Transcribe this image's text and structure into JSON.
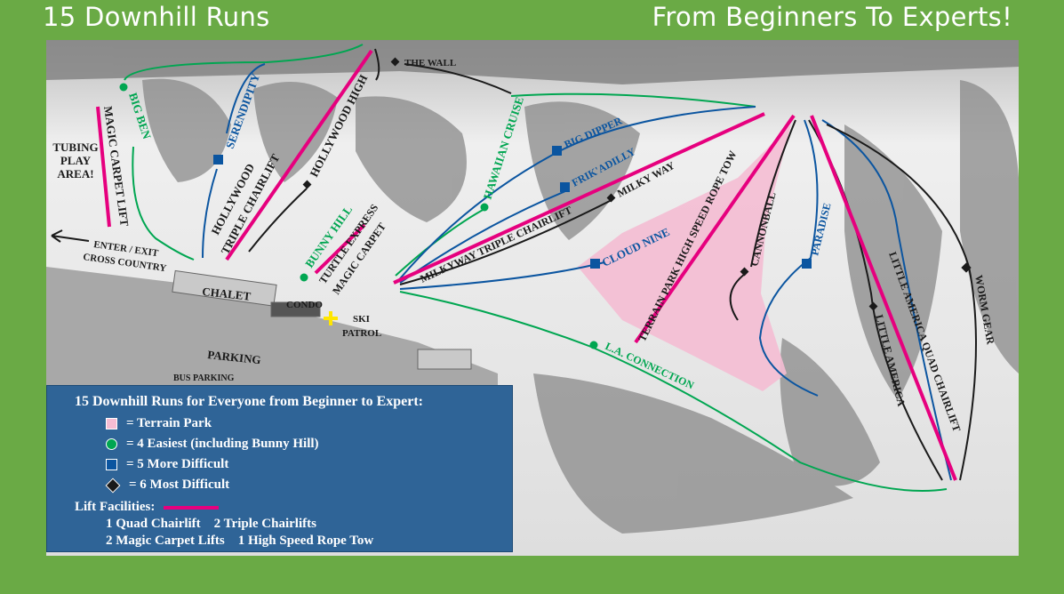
{
  "header": {
    "left": "15 Downhill Runs",
    "right": "From Beginners To Experts!"
  },
  "colors": {
    "frame": "#6aaa45",
    "easiest": "#00a651",
    "more_difficult": "#0b55a0",
    "most_difficult": "#1a1a1a",
    "lift": "#e6007e",
    "terrain_park": "#f4bcd3",
    "legend_bg": "#2f6497"
  },
  "map_labels": {
    "big_ben": "BIG BEN",
    "magic_carpet_lift": "MAGIC CARPET LIFT",
    "tubing": [
      "TUBING",
      "PLAY",
      "AREA!"
    ],
    "serendipity": "SERENDIPITY",
    "hollywood_chair": [
      "HOLLYWOOD",
      "TRIPLE CHAIRLIFT"
    ],
    "hollywood_high": "HOLLYWOOD HIGH",
    "the_wall": "THE WALL",
    "hawaiian_cruise": "HAWAIIAN CRUISE",
    "big_dipper": "BIG DIPPER",
    "frikadilly": "FRIK'ADILLY",
    "milky_way": "MILKY WAY",
    "milkyway_chair": "MILKYWAY TRIPLE CHAIRLIFT",
    "cloud_nine": "CLOUD NINE",
    "rope_tow": "TERRAIN PARK HIGH SPEED ROPE TOW",
    "cannonball": "CANNONBALL",
    "paradise": "PARADISE",
    "little_america": "LITTLE AMERICA",
    "la_quad": "LITTLE AMERICA QUAD CHAIRLIFT",
    "worm_gear": "WORM GEAR",
    "la_connection": "L.A. CONNECTION",
    "bunny_hill": "BUNNY HILL",
    "turtle": [
      "TURTLE EXPRESS",
      "MAGIC CARPET"
    ],
    "cross_country": [
      "ENTER / EXIT",
      "CROSS COUNTRY"
    ],
    "chalet": "CHALET",
    "condo": "CONDO",
    "ski_patrol": [
      "SKI",
      "PATROL"
    ],
    "parking": "PARKING",
    "bus_parking": "BUS PARKING"
  },
  "legend": {
    "title": "15 Downhill Runs for Everyone from Beginner to  Expert:",
    "items": [
      {
        "icon": "pink-square",
        "label": "=  Terrain Park"
      },
      {
        "icon": "green-circle",
        "label": "=  4 Easiest (including Bunny Hill)"
      },
      {
        "icon": "blue-square",
        "label": "=  5 More Difficult"
      },
      {
        "icon": "black-diamond",
        "label": "=  6 Most Difficult"
      }
    ],
    "lift_title": "Lift Facilities:",
    "lift_lines": [
      "1 Quad Chairlift    2 Triple Chairlifts",
      "2 Magic Carpet Lifts    1 High Speed Rope Tow"
    ]
  }
}
